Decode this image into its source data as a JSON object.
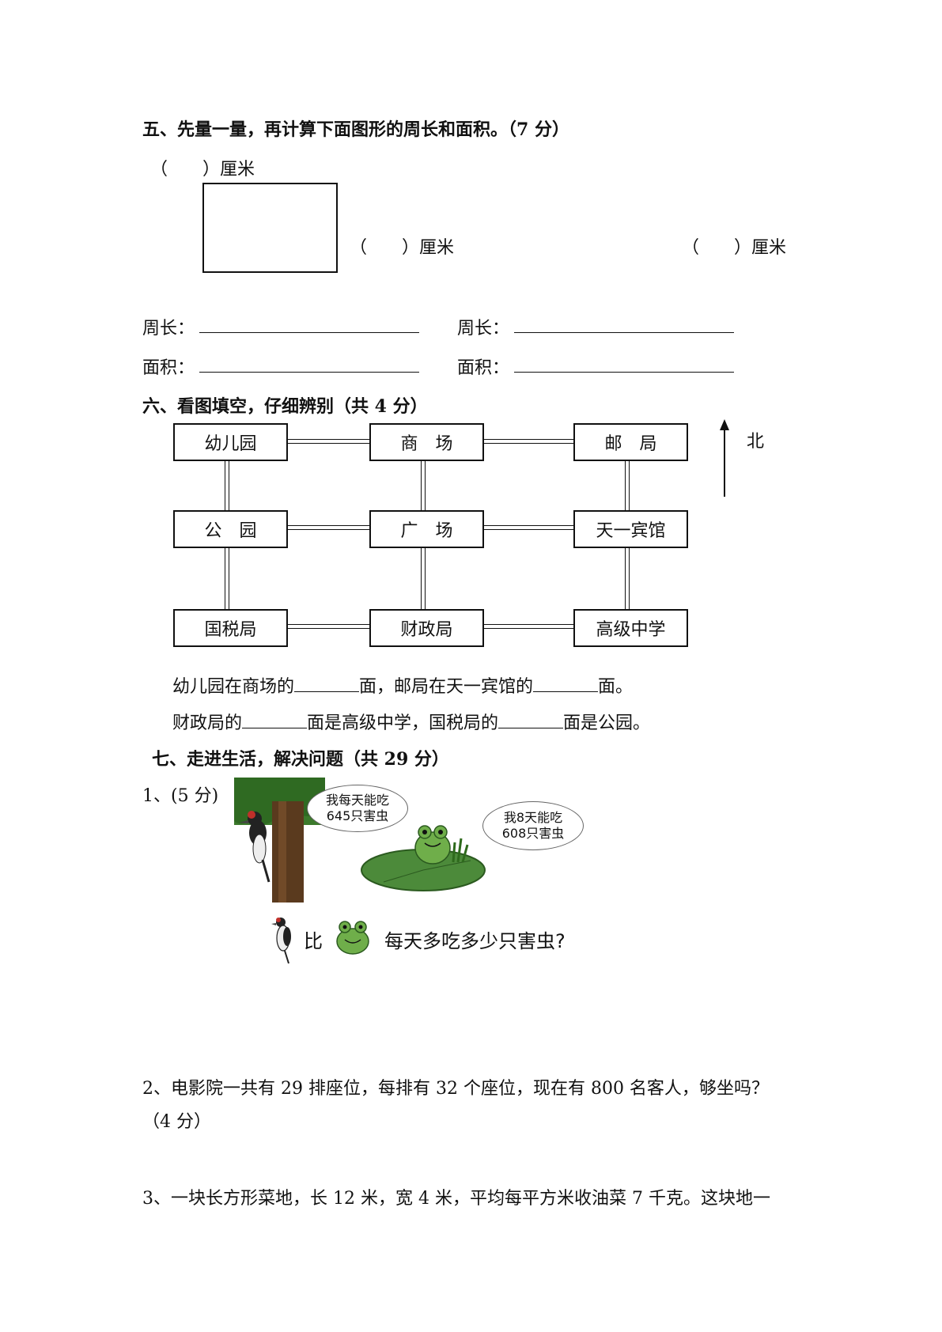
{
  "section5": {
    "title": "五、先量一量，再计算下面图形的周长和面积。（7 分）",
    "top_label": "（　　）厘米",
    "side_label_1": "（　　）厘米",
    "side_label_2": "（　　）厘米",
    "perimeter_label_1": "周长：",
    "area_label_1": "面积：",
    "perimeter_label_2": "周长：",
    "area_label_2": "面积："
  },
  "section6": {
    "title": "六、看图填空，仔细辨别（共 4 分）",
    "north": "北",
    "places": [
      "幼儿园",
      "商　场",
      "邮　局",
      "公　园",
      "广　场",
      "天一宾馆",
      "国税局",
      "财政局",
      "高级中学"
    ],
    "q1_a": "幼儿园在商场的",
    "q1_b": "面，邮局在天一宾馆的",
    "q1_c": "面。",
    "q2_a": "财政局的",
    "q2_b": "面是高级中学，国税局的",
    "q2_c": "面是公园。"
  },
  "section7": {
    "title": "七、走进生活，解决问题（共 29 分）",
    "p1_label": "1、(5 分)",
    "bubble_woodpecker": [
      "我每天能吃",
      "645只害虫"
    ],
    "bubble_frog": [
      "我8天能吃",
      "608只害虫"
    ],
    "compare_word": "比",
    "question": "每天多吃多少只害虫?",
    "p2_text": "2、电影院一共有 29 排座位，每排有 32 个座位，现在有 800 名客人，够坐吗？",
    "p2_score": "（4 分）",
    "p3_text": "3、一块长方形菜地，长 12 米，宽 4 米，平均每平方米收油菜 7 千克。这块地一"
  }
}
